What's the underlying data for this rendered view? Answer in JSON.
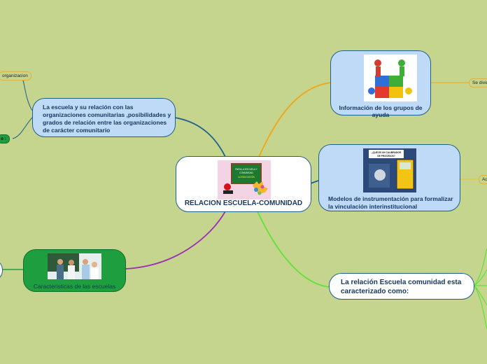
{
  "center": {
    "title": "RELACION ESCUELA-COMUNIDAD"
  },
  "nodes": {
    "left_top": "La escuela y su relación con las organizaciones comunitarias ,posibilidades y grados de relación  entre las organizaciones de carácter comunitario",
    "left_bottom": "Caracteristicas de las escuelas",
    "right_top": "Información de los grupos de ayuda",
    "right_mid": "Modelos de instrumentación para formalizar la vinculación interinstitucional",
    "right_bottom": "La relación Escuela comunidad esta caracterizado como:"
  },
  "tags": {
    "organizacion": "organizacion",
    "left_cut": "o :",
    "se_divide": "Se divid",
    "aq": "Aq"
  },
  "image_texts": {
    "chalkboard": "PARA LA ESCUELA Y COMUNIDAD LA EDUCACIÓN",
    "book_cover": "¿QUÉ ES UN CALIBRADOR DE PROCESOS?"
  },
  "colors": {
    "background": "#c6d58d",
    "blue_node": "#bfdaf7",
    "green_node": "#1e9e3e",
    "line_blue": "#1f5f8b",
    "line_orange": "#f2a516",
    "line_yellow": "#f5c518",
    "line_green": "#5fe23a",
    "line_purple": "#9b2fb5"
  }
}
